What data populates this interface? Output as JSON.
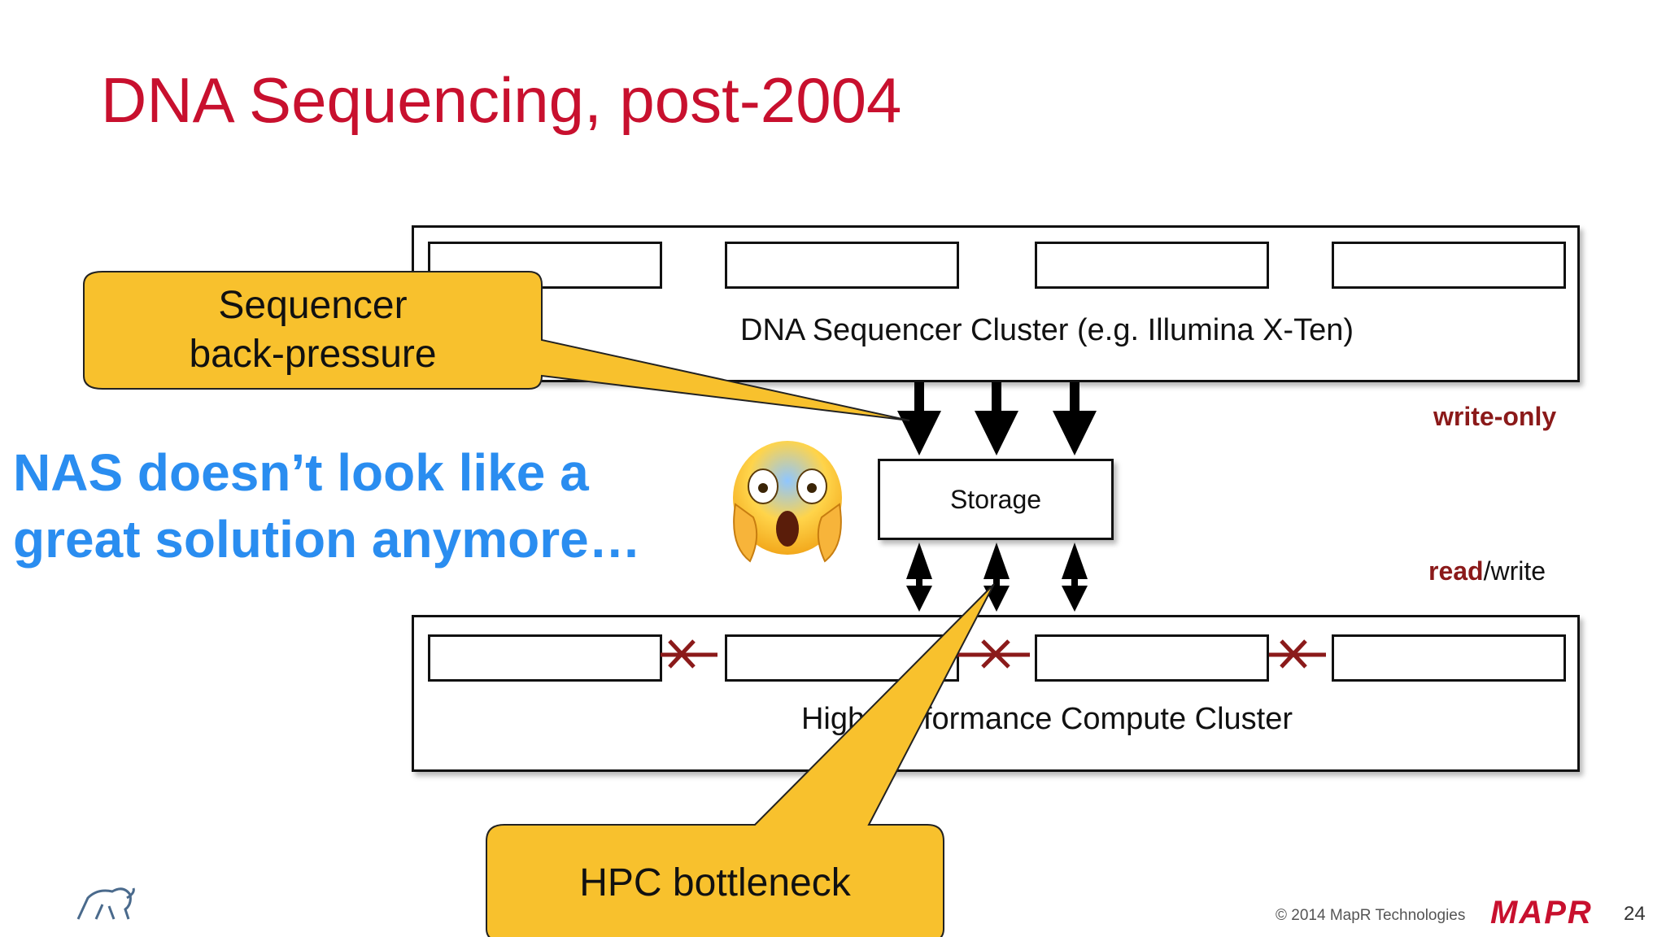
{
  "slide": {
    "title": "DNA Sequencing, post-2004",
    "sequencer_cluster_label": "DNA Sequencer Cluster (e.g. Illumina X-Ten)",
    "storage_label": "Storage",
    "hpc_cluster_label": "High-Performance Compute Cluster",
    "write_only_label": "write-only",
    "read_label": "read",
    "write_suffix": "/write",
    "callout_backpressure_line1": "Sequencer",
    "callout_backpressure_line2": "back-pressure",
    "callout_bottleneck": "HPC bottleneck",
    "nas_line1": "NAS doesn’t look like a",
    "nas_line2": "great solution anymore…",
    "footer_copyright": "© 2014 MapR Technologies",
    "footer_brand": "MAPR",
    "page_number": "24"
  },
  "colors": {
    "title": "#c8102e",
    "nas_text": "#2a8df0",
    "callout_fill": "#f8c12d",
    "accent_red": "#8b1a1a"
  }
}
